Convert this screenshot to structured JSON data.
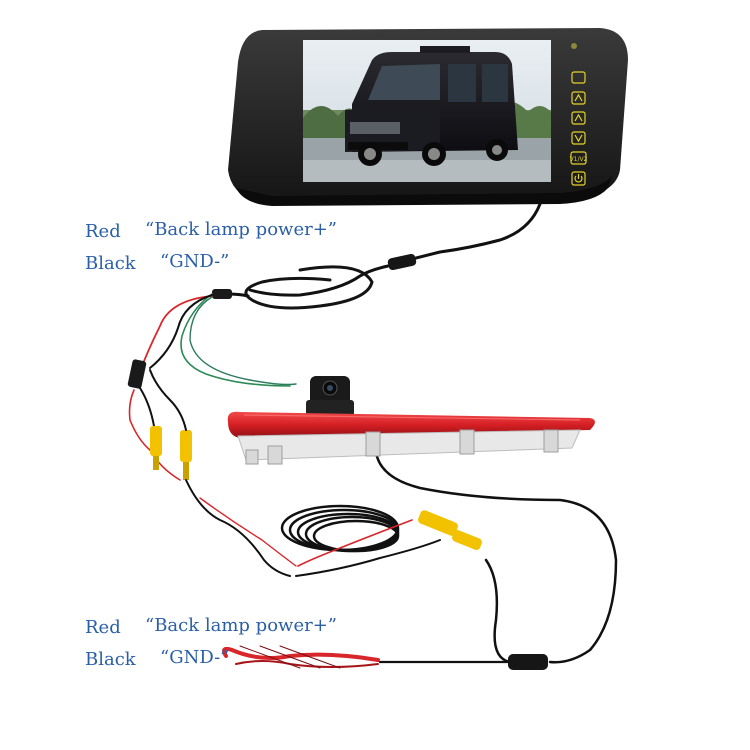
{
  "labels": {
    "top": {
      "red_wire": "Red",
      "red_function": "“Back lamp power+”",
      "black_wire": "Black",
      "black_function": "“GND-”"
    },
    "bottom": {
      "red_wire": "Red",
      "red_function": "“Back lamp power+”",
      "black_wire": "Black",
      "black_function": "“GND-”"
    }
  },
  "colors": {
    "label_text": "#2a5fa8",
    "wire_red": "#d8262b",
    "wire_black": "#111111",
    "wire_green": "#2c8b55",
    "rca_yellow": "#f2c200",
    "brake_light_red": "#d51f24"
  },
  "monitor": {
    "buttons": [
      "menu-icon",
      "up-arrow-icon",
      "up-arrow-icon",
      "down-arrow-icon",
      "v1-v2-icon",
      "power-icon"
    ],
    "button_labels": [
      "",
      "",
      "",
      "",
      "V1/V2",
      ""
    ]
  }
}
